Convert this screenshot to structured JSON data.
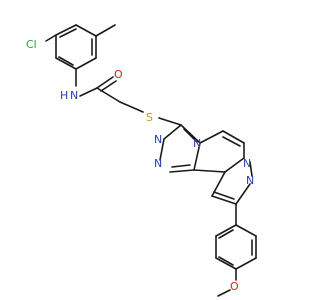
{
  "molecule": {
    "atoms": [
      {
        "id": "Cl",
        "text": "Cl",
        "color": "#2e9e2e"
      },
      {
        "id": "NH",
        "text": "N",
        "color": "#2c3cb8"
      },
      {
        "id": "H",
        "text": "H",
        "color": "#2c3cb8"
      },
      {
        "id": "O1",
        "text": "O",
        "color": "#d62020"
      },
      {
        "id": "S",
        "text": "S",
        "color": "#b8a020"
      },
      {
        "id": "N2",
        "text": "N",
        "color": "#2c3cb8"
      },
      {
        "id": "N3",
        "text": "N",
        "color": "#2c3cb8"
      },
      {
        "id": "N4",
        "text": "N",
        "color": "#2c3cb8"
      },
      {
        "id": "N5",
        "text": "N",
        "color": "#2c3cb8"
      },
      {
        "id": "N6",
        "text": "N",
        "color": "#2c3cb8"
      },
      {
        "id": "O2",
        "text": "O",
        "color": "#d62020"
      }
    ],
    "bond_color": "#1a1a1a"
  }
}
